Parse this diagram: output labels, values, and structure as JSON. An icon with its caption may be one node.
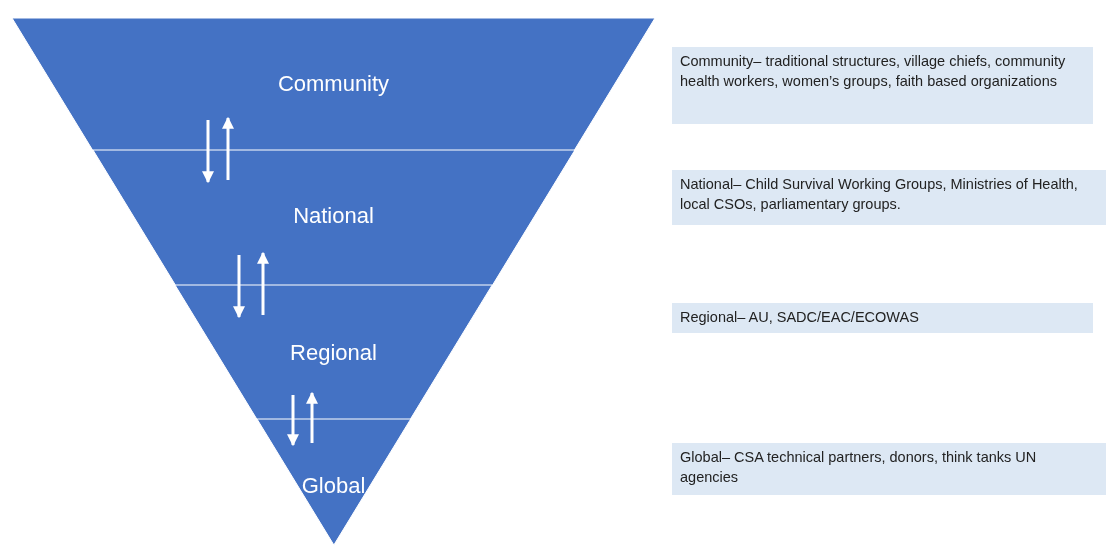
{
  "diagram": {
    "nodes": [
      {
        "text": [
          "Community"
        ]
      },
      {
        "text": [
          "National"
        ]
      },
      {
        "text": [
          "Regional"
        ]
      },
      {
        "text": [
          "Global"
        ]
      },
      {
        "text": [
          "Community– traditional structures, village chiefs, community health workers, women’s groups, faith based organizations"
        ]
      },
      {
        "text": [
          "National– Child Survival Working Groups, Ministries of Health, local CSOs, parliamentary groups."
        ]
      },
      {
        "text": [
          "Regional– AU, SADC/EAC/ECOWAS"
        ]
      },
      {
        "text": [
          "Global– CSA technical partners, donors, think tanks UN agencies"
        ]
      }
    ],
    "edges": [
      {
        "from": 0,
        "to": 1,
        "arrow": "to"
      },
      {
        "from": 1,
        "to": 0,
        "arrow": "to"
      },
      {
        "from": 1,
        "to": 2,
        "arrow": "to"
      },
      {
        "from": 2,
        "to": 1,
        "arrow": "to"
      },
      {
        "from": 2,
        "to": 3,
        "arrow": "to"
      },
      {
        "from": 3,
        "to": 2,
        "arrow": "to"
      }
    ]
  }
}
